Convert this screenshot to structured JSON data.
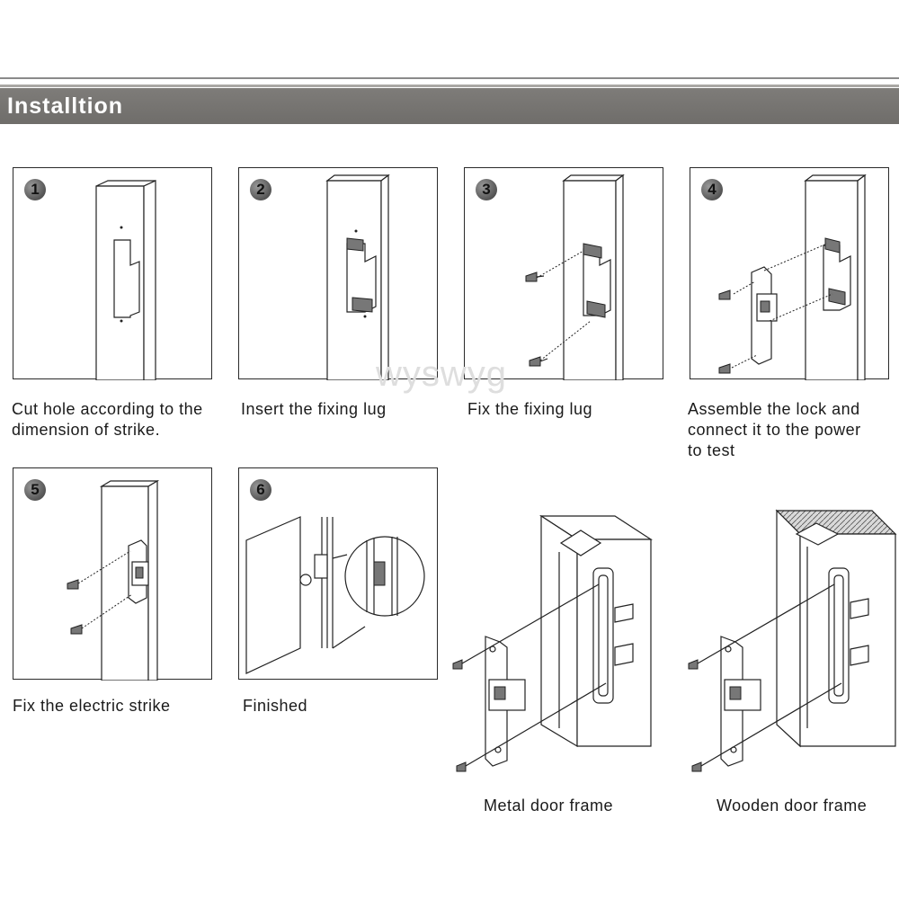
{
  "header": {
    "title": "Installtion"
  },
  "steps": [
    {
      "number": "1",
      "caption_line1": "Cut hole according to the",
      "caption_line2": "dimension of  strike.",
      "caption_line3": ""
    },
    {
      "number": "2",
      "caption_line1": "Insert the fixing lug",
      "caption_line2": "",
      "caption_line3": ""
    },
    {
      "number": "3",
      "caption_line1": "Fix the fixing lug",
      "caption_line2": "",
      "caption_line3": ""
    },
    {
      "number": "4",
      "caption_line1": "Assemble the lock and",
      "caption_line2": "connect it to the power",
      "caption_line3": "to test"
    },
    {
      "number": "5",
      "caption_line1": "Fix the electric strike",
      "caption_line2": "",
      "caption_line3": ""
    },
    {
      "number": "6",
      "caption_line1": "Finished",
      "caption_line2": "",
      "caption_line3": ""
    }
  ],
  "frames": {
    "metal": "Metal door frame",
    "wooden": "Wooden door frame"
  },
  "watermark": "wyswyg",
  "colors": {
    "header_bar": "#75736f",
    "header_text": "#ffffff",
    "badge": "#666666"
  }
}
